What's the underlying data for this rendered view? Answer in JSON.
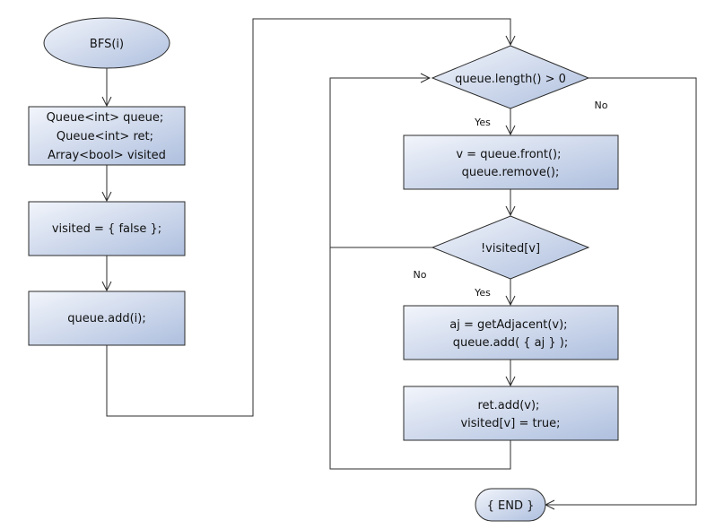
{
  "flowchart": {
    "start": "BFS(i)",
    "init_lines": [
      "Queue<int> queue;",
      "Queue<int> ret;",
      "Array<bool> visited"
    ],
    "visited_init": "visited = { false };",
    "queue_add": "queue.add(i);",
    "loop_condition": "queue.length() > 0",
    "front_lines": [
      "v = queue.front();",
      "queue.remove();"
    ],
    "visited_condition": "!visited[v]",
    "adjacent_lines": [
      "aj = getAdjacent(v);",
      "queue.add( { aj } );"
    ],
    "ret_lines": [
      "ret.add(v);",
      "visited[v] = true;"
    ],
    "end": "{ END }",
    "yes_label": "Yes",
    "no_label": "No"
  },
  "colors": {
    "box_light": "#f2f5fb",
    "box_dark": "#aebfde",
    "stroke": "#2b2b2b"
  }
}
